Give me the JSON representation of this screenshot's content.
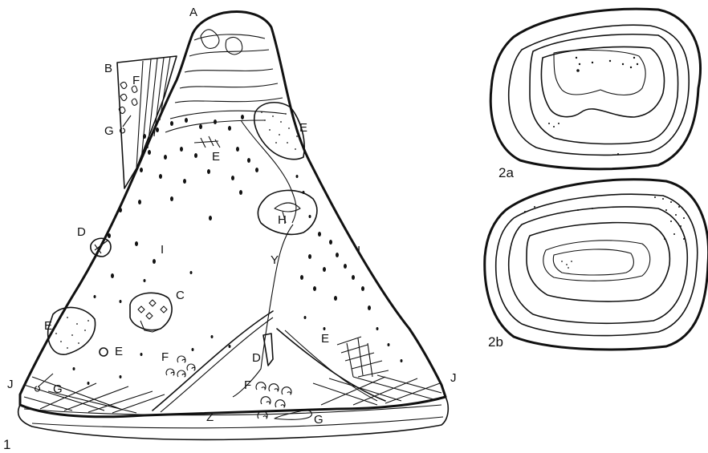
{
  "figure1": {
    "number": "1",
    "labels": {
      "A": "A",
      "B": "B",
      "F_top": "F",
      "G_top": "G",
      "E_top_right": "E",
      "E_center_top": "E",
      "D_left": "D",
      "H": "H",
      "I_left": "I",
      "I_right": "I",
      "Y": "Y",
      "C": "C",
      "E_left": "E",
      "E_small": "E",
      "E_right": "E",
      "F_mid": "F",
      "D_mid": "D",
      "F_bottom": "F",
      "J_left": "J",
      "J_right": "J",
      "G_left": "G",
      "G_bottom": "G",
      "Z": "Z"
    }
  },
  "figure2a": {
    "number": "2a"
  },
  "figure2b": {
    "number": "2b"
  }
}
